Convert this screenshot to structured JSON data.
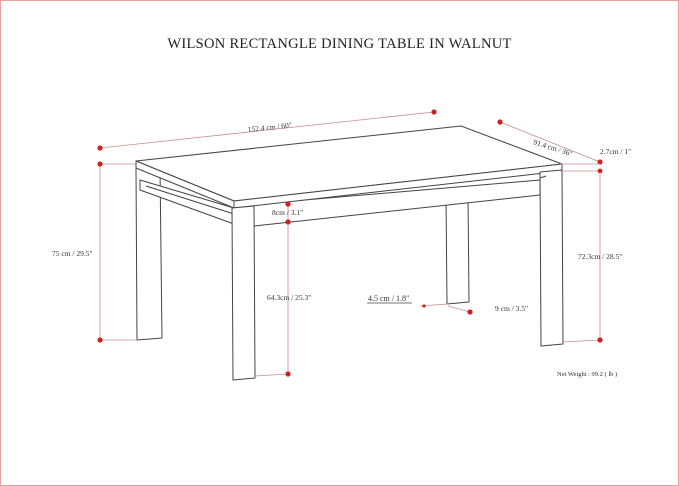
{
  "title": "WILSON RECTANGLE DINING TABLE IN WALNUT",
  "dimensions": {
    "length": "152.4 cm / 60\"",
    "width": "91.4 cm / 36\"",
    "top_thickness": "2.7cm / 1\"",
    "overall_height": "75 cm / 29.5\"",
    "apron_height": "8cm / 3.1\"",
    "leg_height": "64.3cm / 25.3\"",
    "leg_thickness": "4.5 cm / 1.8\"",
    "leg_width": "9 cm / 3.5\"",
    "height_below_top": "72.3cm / 28.5\""
  },
  "net_weight": "Net Weight : 99.2 ( lb )",
  "colors": {
    "dimension_line": "#c98c8c",
    "dimension_dot": "#cc2222",
    "table_outline": "#444444",
    "frame_border": "#e8a0a0"
  }
}
